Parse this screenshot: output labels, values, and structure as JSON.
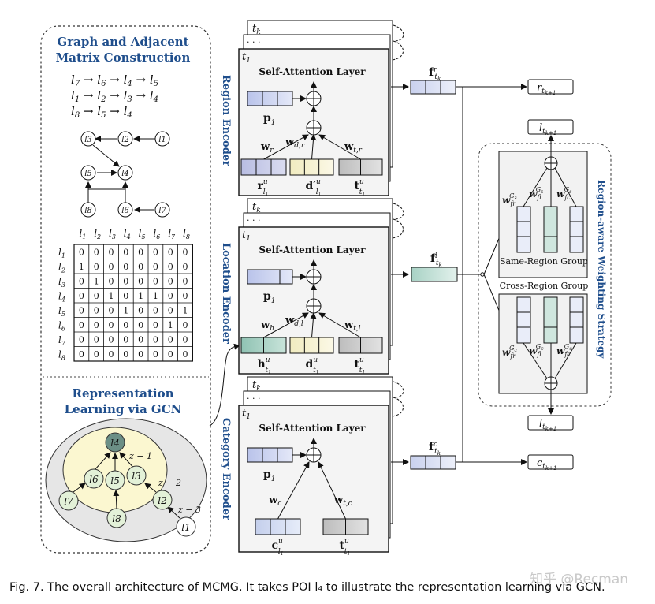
{
  "graph_panel": {
    "title_line1": "Graph and Adjacent",
    "title_line2": "Matrix Construction",
    "sequences": [
      {
        "items": [
          "l",
          "7",
          "l",
          "6",
          "l",
          "4",
          "l",
          "5"
        ]
      },
      {
        "items": [
          "l",
          "1",
          "l",
          "2",
          "l",
          "3",
          "l",
          "4"
        ]
      },
      {
        "items": [
          "l",
          "8",
          "l",
          "5",
          "l",
          "4"
        ]
      }
    ],
    "nodes": [
      "l3",
      "l2",
      "l1",
      "l5",
      "l4",
      "l8",
      "l6",
      "l7"
    ],
    "matrix_cols": [
      "l1",
      "l2",
      "l3",
      "l4",
      "l5",
      "l6",
      "l7",
      "l8"
    ],
    "matrix_rows": [
      "l1",
      "l2",
      "l3",
      "l4",
      "l5",
      "l6",
      "l7",
      "l8"
    ],
    "matrix": [
      [
        0,
        0,
        0,
        0,
        0,
        0,
        0,
        0
      ],
      [
        1,
        0,
        0,
        0,
        0,
        0,
        0,
        0
      ],
      [
        0,
        1,
        0,
        0,
        0,
        0,
        0,
        0
      ],
      [
        0,
        0,
        1,
        0,
        1,
        1,
        0,
        0
      ],
      [
        0,
        0,
        0,
        1,
        0,
        0,
        0,
        1
      ],
      [
        0,
        0,
        0,
        0,
        0,
        0,
        1,
        0
      ],
      [
        0,
        0,
        0,
        0,
        0,
        0,
        0,
        0
      ],
      [
        0,
        0,
        0,
        0,
        0,
        0,
        0,
        0
      ]
    ]
  },
  "gcn_panel": {
    "title_line1": "Representation",
    "title_line2": "Learning via GCN",
    "layers": [
      "z − 1",
      "z − 2",
      "z − 3"
    ]
  },
  "encoders": {
    "region": {
      "side_label": "Region Encoder",
      "layer_title": "Self-Attention Layer",
      "weights": [
        "w",
        "r",
        "w",
        "d,r",
        "w",
        "t,r"
      ],
      "inputs": [
        "r",
        "d′",
        "t"
      ],
      "output": "f"
    },
    "location": {
      "side_label": "Location Encoder",
      "layer_title": "Self-Attention Layer",
      "weights": [
        "w",
        "h",
        "w",
        "d,l",
        "w",
        "t,l"
      ],
      "inputs": [
        "h",
        "d",
        "t"
      ],
      "output": "f"
    },
    "category": {
      "side_label": "Category Encoder",
      "layer_title": "Self-Attention Layer",
      "weights": [
        "w",
        "c",
        "w",
        "t,c"
      ],
      "inputs": [
        "c",
        "t"
      ],
      "output": "f"
    },
    "stack_labels": [
      "t",
      "k",
      "· · ·",
      "t",
      "1"
    ],
    "position": "p",
    "position_sub": "1"
  },
  "weighting": {
    "side_label": "Region-aware Weighting Strategy",
    "same_group": "Same-Region Group",
    "cross_group": "Cross-Region Group",
    "same_weights": [
      "w",
      "fr",
      "G",
      "s",
      "w",
      "fl",
      "G",
      "s",
      "w",
      "fc",
      "G",
      "s"
    ],
    "cross_weights": [
      "w",
      "fr",
      "G",
      "c",
      "w",
      "fl",
      "G",
      "c",
      "w",
      "fc",
      "G",
      "c"
    ]
  },
  "outputs": {
    "r": "r",
    "l": "l",
    "c": "c",
    "sub": "t",
    "subsub": "k+1"
  },
  "caption": "Fig. 7.  The overall architecture of MCMG. It takes POI l₄ to illustrate the representation learning via GCN.",
  "watermark": "知乎 @Recman",
  "colors": {
    "region_input": "#c8cde8",
    "dist_input": "#f7f3d2",
    "time_input": "#cfcfcf",
    "location_input": "#a9d2c6",
    "category_input": "#cdd7ef",
    "node_fill": "#e3f1d8",
    "node_l4": "#6b8f86",
    "accent_blue": "#1f4e8c"
  }
}
